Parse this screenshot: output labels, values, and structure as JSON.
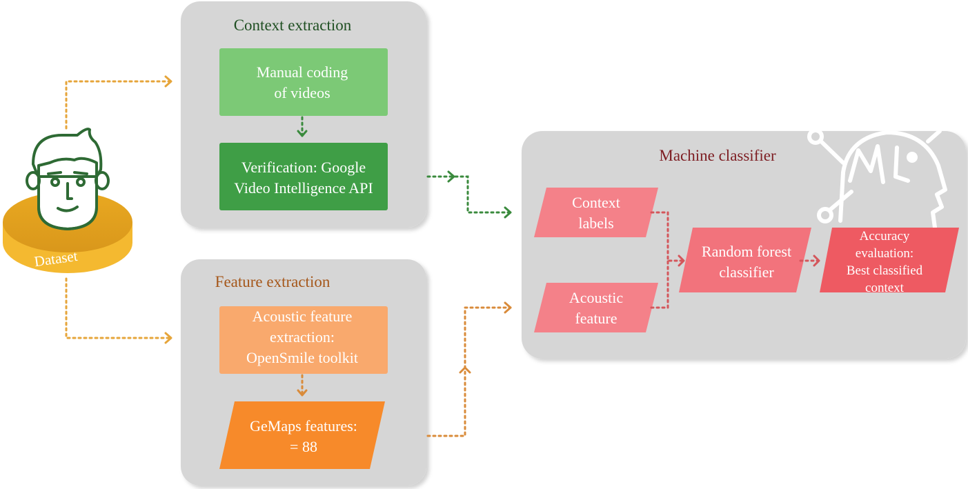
{
  "dataset": {
    "label": "Dataset"
  },
  "context_panel": {
    "title": "Context extraction",
    "manual": [
      "Manual coding",
      "of videos"
    ],
    "verification": [
      "Verification: Google",
      "Video Intelligence API"
    ]
  },
  "feature_panel": {
    "title": "Feature extraction",
    "acoustic_extraction": [
      "Acoustic feature",
      "extraction:",
      "OpenSmile toolkit"
    ],
    "gemaps": [
      "GeMaps features:",
      "= 88"
    ]
  },
  "classifier_panel": {
    "title": "Machine classifier",
    "context_labels": [
      "Context",
      "labels"
    ],
    "acoustic_feature": [
      "Acoustic",
      "feature"
    ],
    "random_forest": [
      "Random forest",
      "classifier"
    ],
    "accuracy": [
      "Accuracy",
      "evaluation:",
      "Best classified",
      "context"
    ]
  },
  "colors": {
    "panel": "#d6d6d6",
    "green_light": "#7cc976",
    "green_dark": "#3f9e46",
    "orange_light": "#f9a96d",
    "orange_dark": "#f78a2a",
    "pink": "#f48189",
    "red": "#ee5a62",
    "dataset_yellow": "#f2b632",
    "face_green": "#2e6a34",
    "dotted_yellow": "#e6a53a",
    "dotted_green": "#3a8a3d",
    "dotted_orange": "#d98b3a",
    "dotted_red": "#d4565b",
    "title_green": "#1f4f22",
    "title_orange": "#a5571a",
    "title_red": "#7d1d22"
  }
}
